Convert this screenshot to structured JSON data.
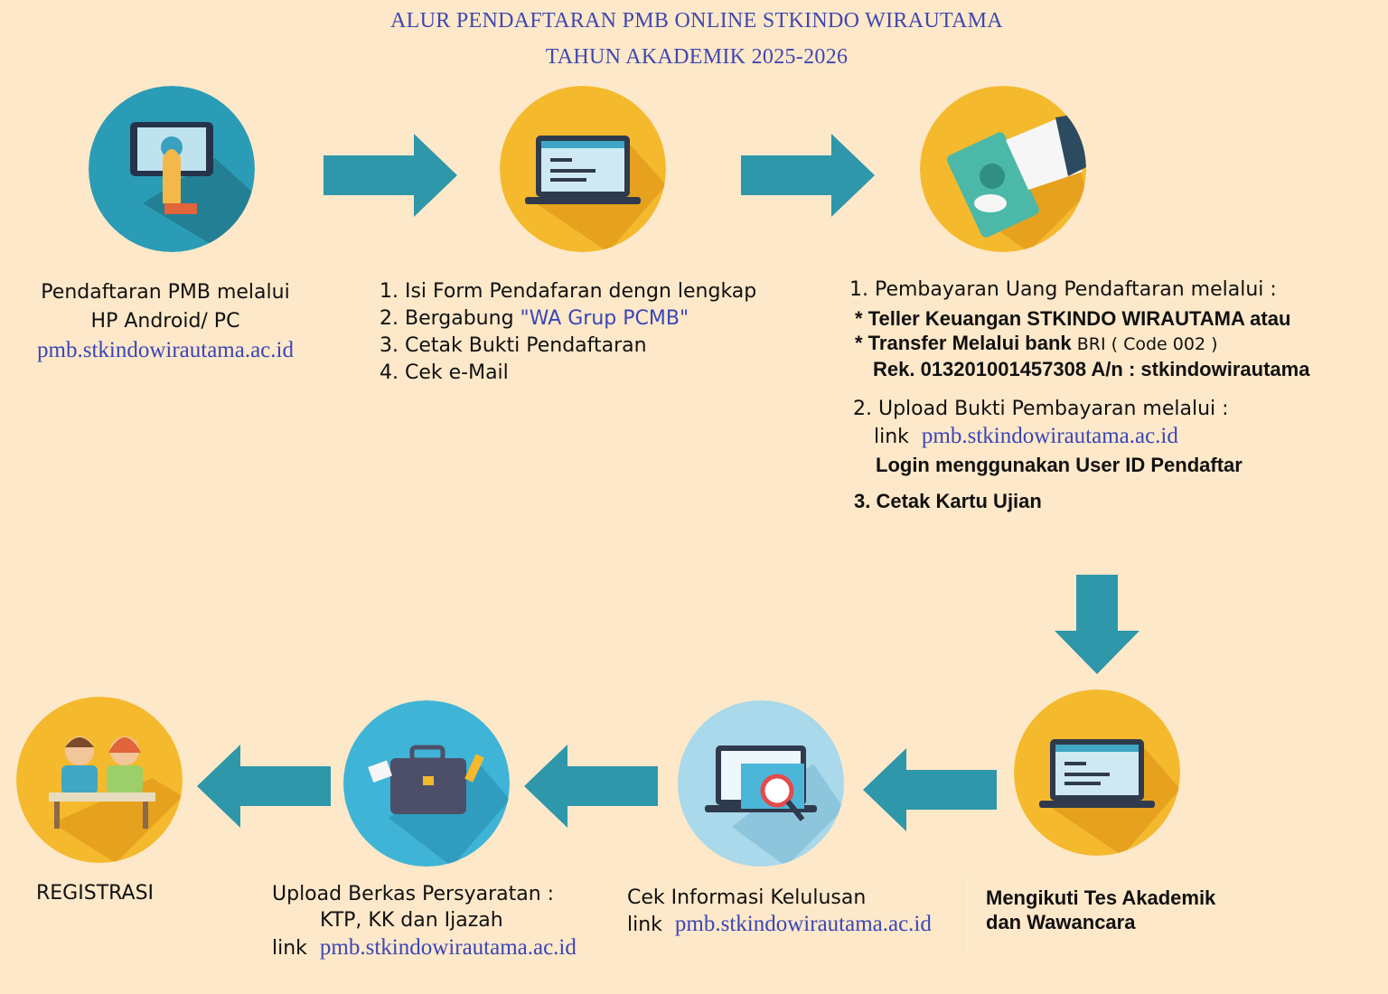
{
  "title": {
    "line1": "ALUR PENDAFTARAN PMB ONLINE STKINDO WIRAUTAMA",
    "line2": "TAHUN AKADEMIK 2025-2026"
  },
  "colors": {
    "background": "#fde8c9",
    "arrow": "#2f97aa",
    "title": "#3f48b0",
    "link": "#3a46b8"
  },
  "steps": {
    "s1": {
      "line1": "Pendaftaran PMB melalui",
      "line2": "HP Android/ PC",
      "link": "pmb.stkindowirautama.ac.id"
    },
    "s2": {
      "items": [
        "1. Isi Form Pendafaran dengn lengkap",
        "2. Bergabung ",
        "\"WA Grup PCMB\"",
        "3. Cetak Bukti Pendaftaran",
        "4. Cek e-Mail"
      ]
    },
    "s3": {
      "item1": "1. Pembayaran Uang Pendaftaran melalui :",
      "teller": "* Teller Keuangan STKINDO WIRAUTAMA atau",
      "transfer": "* Transfer Melalui bank",
      "bank": "BRI ( Code 002 )",
      "rek": "Rek. 013201001457308 A/n : stkindowirautama",
      "item2": "2. Upload Bukti Pembayaran melalui :",
      "link_label": "link",
      "link": "pmb.stkindowirautama.ac.id",
      "login": "Login menggunakan User ID Pendaftar",
      "item3": "3. Cetak Kartu Ujian"
    },
    "s4": {
      "line1": "Mengikuti Tes Akademik",
      "line2": "dan Wawancara"
    },
    "s5": {
      "line1": "Cek Informasi Kelulusan",
      "link_label": "link",
      "link": "pmb.stkindowirautama.ac.id"
    },
    "s6": {
      "line1": "Upload Berkas Persyaratan :",
      "line2": "KTP, KK dan Ijazah",
      "link_label": "link",
      "link": "pmb.stkindowirautama.ac.id"
    },
    "s7": {
      "line1": "REGISTRASI"
    }
  }
}
